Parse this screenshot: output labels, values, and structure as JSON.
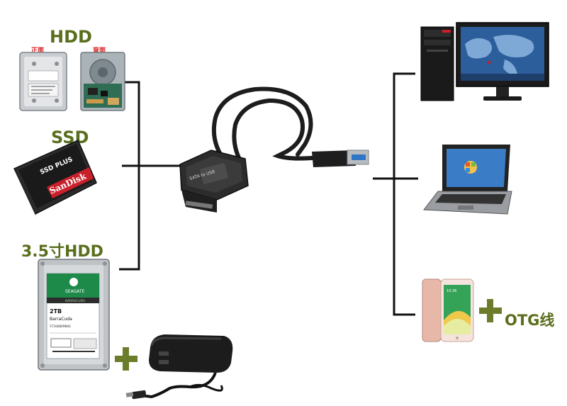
{
  "labels": {
    "hdd": "HDD",
    "hdd_front": "正面",
    "hdd_back": "背面",
    "ssd": "SSD",
    "hdd35": "3.5寸HDD",
    "otg": "OTG线"
  },
  "product_text": {
    "ssd_plus": "SSD PLUS",
    "sandisk": "SanDisk",
    "seagate": "SEAGATE",
    "barracuda_top": "BARRACUDA",
    "capacity": "2TB",
    "barracuda": "BarraCuda",
    "model": "ST2000DM006",
    "adapter": "SATA to USB"
  },
  "colors": {
    "label_green": "#5a6e1e",
    "plus_green": "#6b7d2a",
    "line": "#111111",
    "accent_red": "#d61a1a"
  }
}
